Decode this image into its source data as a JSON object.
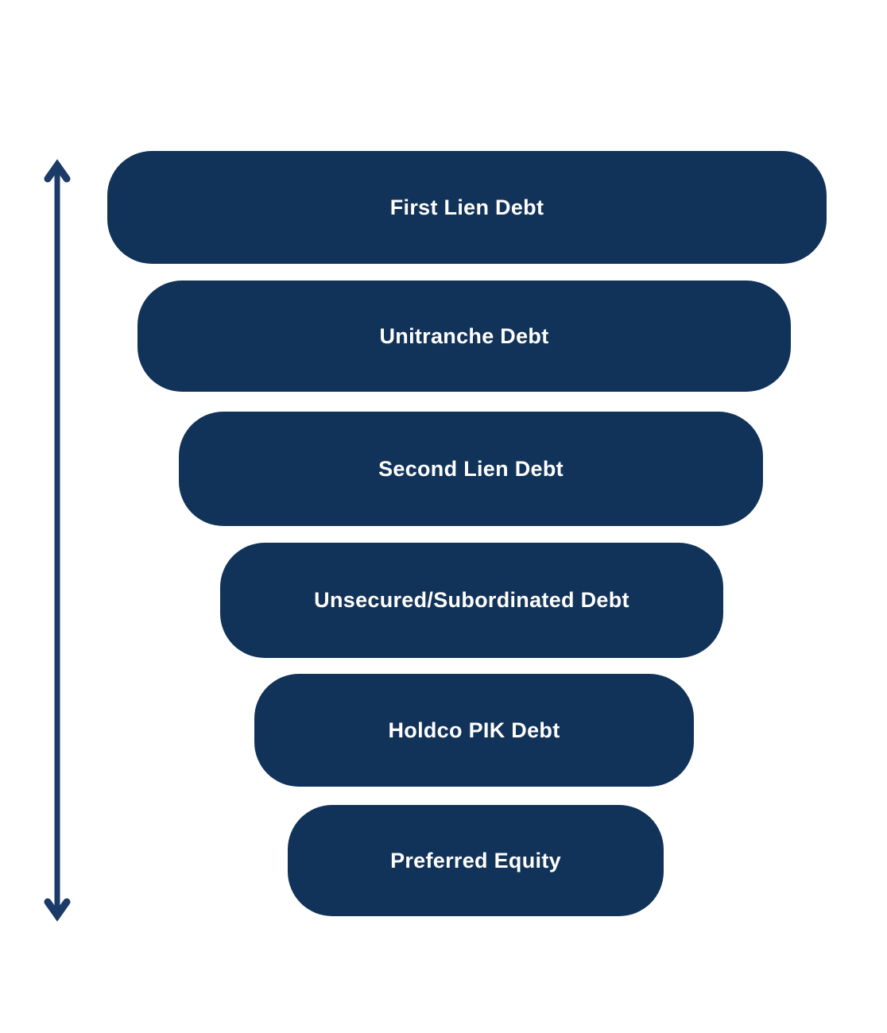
{
  "funnel": {
    "description": "Capital structure seniority funnel",
    "levels": [
      {
        "label": "First Lien Debt"
      },
      {
        "label": "Unitranche Debt"
      },
      {
        "label": "Second Lien Debt"
      },
      {
        "label": "Unsecured/Subordinated Debt"
      },
      {
        "label": "Holdco PIK Debt"
      },
      {
        "label": "Preferred Equity"
      }
    ],
    "axis": {
      "icon": "vertical-double-arrow",
      "orientation": "vertical"
    },
    "colors": {
      "bar_fill": "#123359",
      "label_text": "#FFFFFF",
      "arrow": "#1B3A67",
      "background": "#FFFFFF"
    }
  }
}
